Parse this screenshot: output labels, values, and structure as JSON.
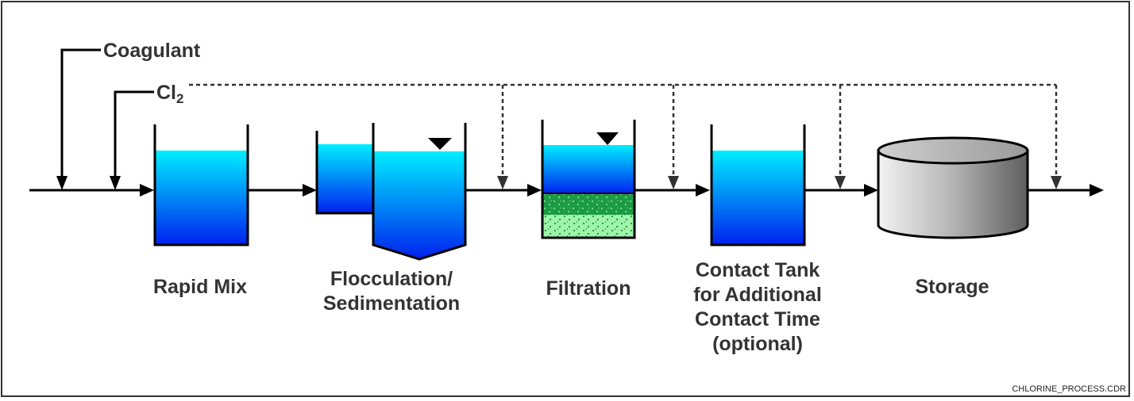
{
  "inputs": {
    "coagulant": "Coagulant",
    "chlorine": "Cl",
    "chlorine_subscript": "2"
  },
  "stages": {
    "rapid_mix": "Rapid Mix",
    "flocculation_line1": "Flocculation/",
    "flocculation_line2": "Sedimentation",
    "filtration": "Filtration",
    "contact_line1": "Contact Tank",
    "contact_line2": "for Additional",
    "contact_line3": "Contact Time",
    "contact_line4": "(optional)",
    "storage": "Storage"
  },
  "file_reference": "CHLORINE_PROCESS.CDR",
  "colors": {
    "line": "#000000",
    "text": "#333333",
    "water_top": "#00eeff",
    "water_bottom": "#0022ee",
    "filter_dark": "#1d9a44",
    "filter_light": "#9cf5a8",
    "storage_light": "#eeeeee",
    "storage_dark": "#666666"
  }
}
